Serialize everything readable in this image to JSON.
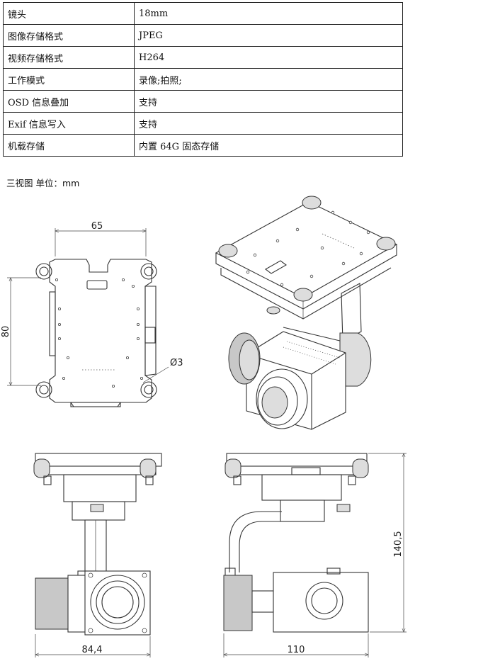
{
  "specs": [
    {
      "label": "镜头",
      "value": "18mm"
    },
    {
      "label": "图像存储格式",
      "value": "JPEG"
    },
    {
      "label": "视频存储格式",
      "value": "H264"
    },
    {
      "label": "工作模式",
      "value": "录像;拍照;"
    },
    {
      "label": "OSD 信息叠加",
      "value": "支持"
    },
    {
      "label": "Exif 信息写入",
      "value": "支持"
    },
    {
      "label": "机载存储",
      "value": "内置 64G 固态存储"
    }
  ],
  "caption": "三视图 单位：mm",
  "dimensions": {
    "top_width": "65",
    "top_height": "80",
    "hole": "Ø3",
    "front_width": "84,4",
    "side_width": "110",
    "side_height": "140,5"
  }
}
